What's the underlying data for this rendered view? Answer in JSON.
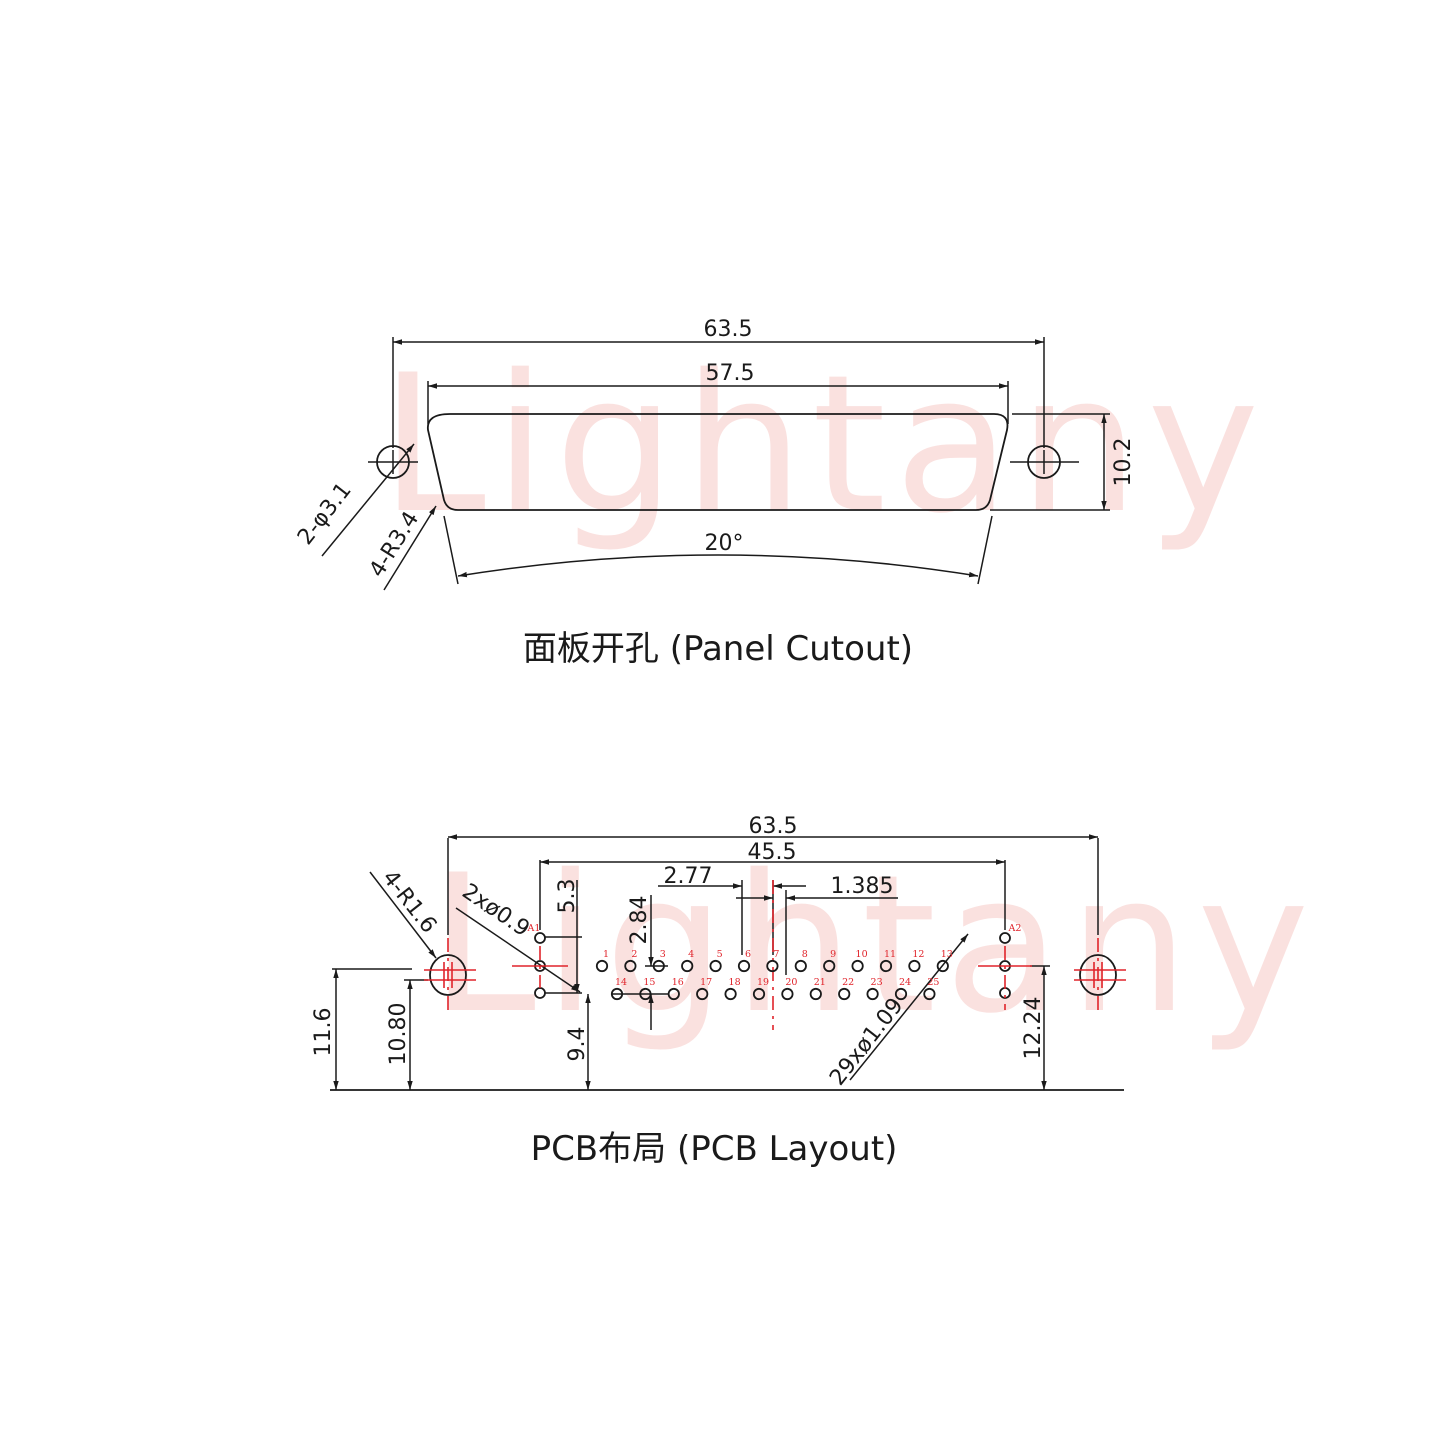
{
  "watermark": "Lightany",
  "panel_cutout": {
    "caption": "面板开孔 (Panel Cutout)",
    "dims": {
      "overall_width": "63.5",
      "shell_width": "57.5",
      "height": "10.2",
      "angle": "20°",
      "hole_dia": "2-φ3.1",
      "corner_radius": "4-R3.4"
    }
  },
  "pcb_layout": {
    "caption": "PCB布局 (PCB Layout)",
    "dims": {
      "overall_width": "63.5",
      "pin_span": "45.5",
      "pitch": "2.77",
      "half_pitch": "1.385",
      "a_pitch": "5.3",
      "row_gap": "2.84",
      "corner_radius": "4-R1.6",
      "a_hole_dia": "2xø0.9",
      "pin_hole_dia": "29xø1.09",
      "mount_height": "11.6",
      "mount_height_inner": "10.80",
      "row_height": "9.4",
      "a_height": "12.24"
    },
    "top_row_pins": [
      "1",
      "2",
      "3",
      "4",
      "5",
      "6",
      "7",
      "8",
      "9",
      "10",
      "11",
      "12",
      "13"
    ],
    "bottom_row_pins": [
      "14",
      "15",
      "16",
      "17",
      "18",
      "19",
      "20",
      "21",
      "22",
      "23",
      "24",
      "25"
    ],
    "aux_pins": [
      "A1",
      "A2"
    ]
  }
}
